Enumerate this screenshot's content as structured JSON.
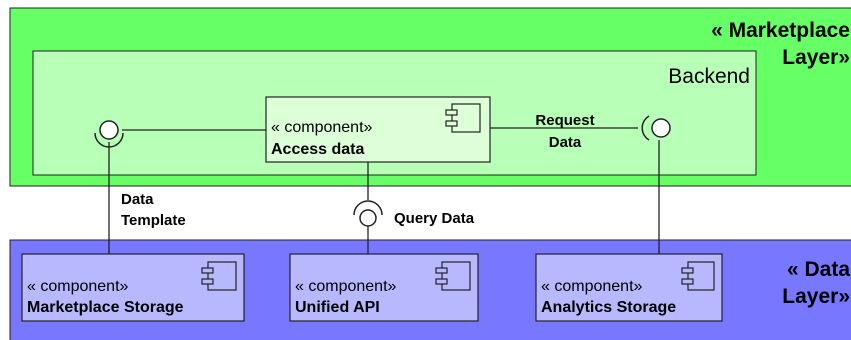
{
  "layers": {
    "marketplace": {
      "stereotype_line1": "« Marketplace",
      "stereotype_line2": "Layer»",
      "fill": "#66ff66"
    },
    "data": {
      "stereotype_line1": "« Data",
      "stereotype_line2": "Layer»",
      "fill": "#7777ff"
    }
  },
  "backend": {
    "label": "Backend",
    "fill": "#b8ffb8"
  },
  "components": {
    "access_data": {
      "stereotype": "« component»",
      "name": "Access data",
      "fill": "#dcffd8"
    },
    "marketplace_storage": {
      "stereotype": "« component»",
      "name": "Marketplace Storage",
      "fill": "#b8b8ff"
    },
    "unified_api": {
      "stereotype": "« component»",
      "name": "Unified API",
      "fill": "#b8b8ff"
    },
    "analytics_storage": {
      "stereotype": "« component»",
      "name": "Analytics Storage",
      "fill": "#b8b8ff"
    }
  },
  "interfaces": {
    "request_data": {
      "line1": "Request",
      "line2": "Data"
    },
    "data_template": {
      "line1": "Data",
      "line2": "Template"
    },
    "query_data": {
      "label": "Query Data"
    }
  },
  "icons": [
    "component-icon",
    "provided-interface-icon",
    "required-interface-icon"
  ]
}
